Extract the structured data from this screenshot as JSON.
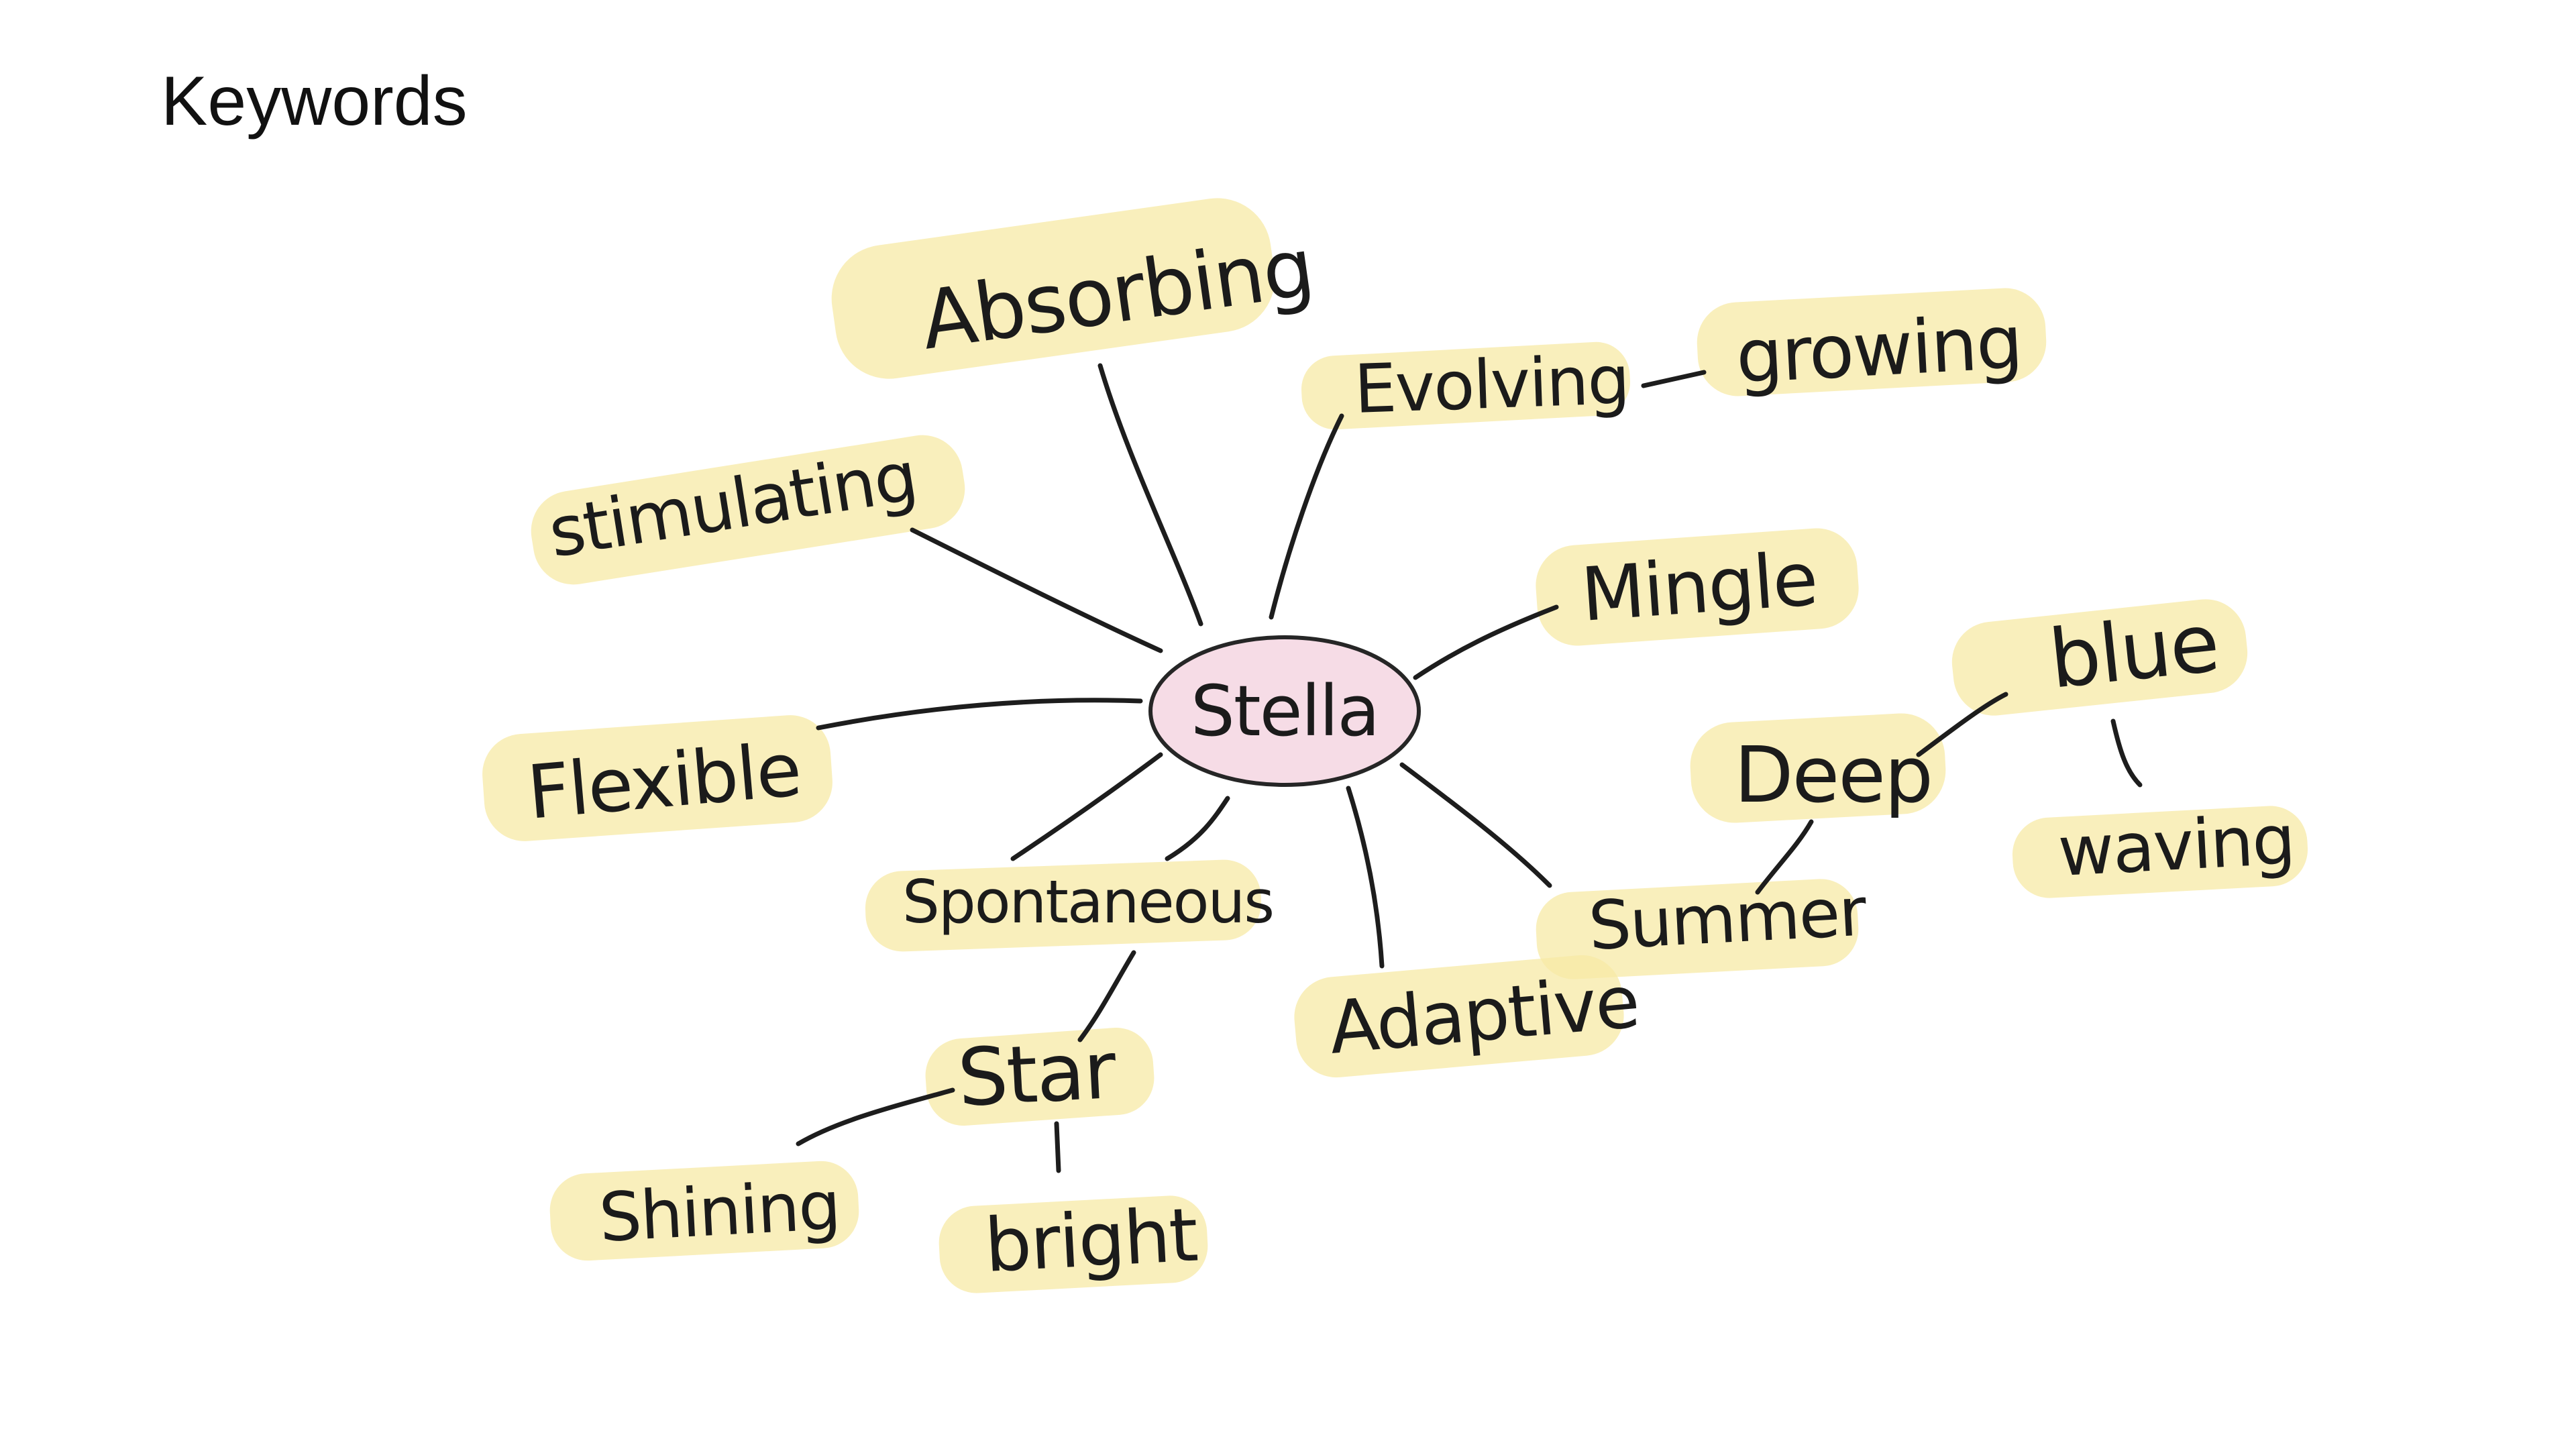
{
  "page": {
    "title": "Keywords"
  },
  "mindmap": {
    "center": "Stella",
    "words": {
      "absorbing": "Absorbing",
      "evolving": "Evolving",
      "growing": "growing",
      "stimulating": "stimulating",
      "mingle": "Mingle",
      "flexible": "Flexible",
      "deep": "Deep",
      "blue": "blue",
      "waving": "waving",
      "spontaneous": "Spontaneous",
      "summer": "Summer",
      "adaptive": "Adaptive",
      "star": "Star",
      "shining": "Shining",
      "bright": "bright"
    },
    "colors": {
      "highlight": "#f7eaa6",
      "center_fill": "#f6dce6",
      "ink": "#1b1b1b"
    }
  }
}
